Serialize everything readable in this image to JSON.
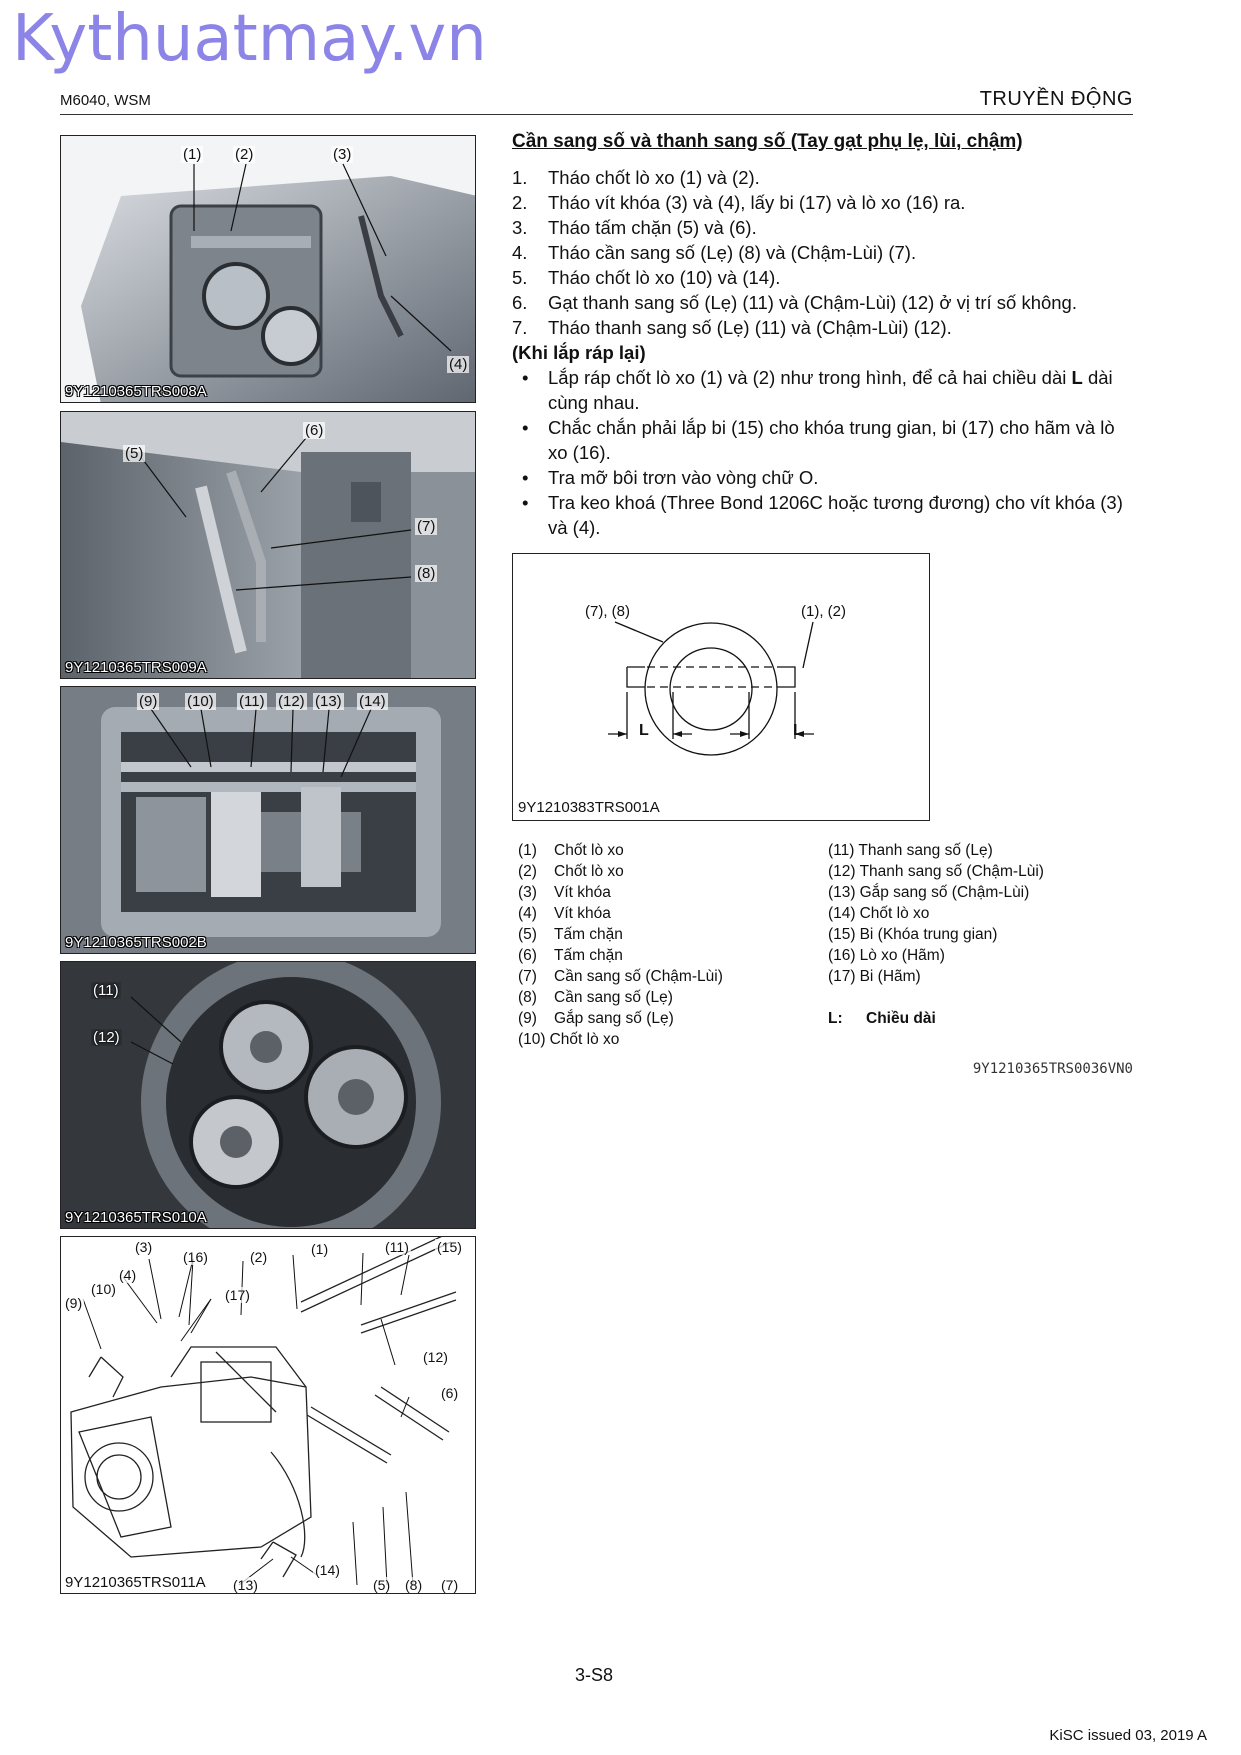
{
  "watermark": "Kythuatmay.vn",
  "header": {
    "left": "M6040, WSM",
    "right": "TRUYỀN ĐỘNG"
  },
  "section_title": "Cần sang số và thanh sang số (Tay gạt phụ lẹ, lùi, chậm)",
  "steps": [
    {
      "n": "1.",
      "text": "Tháo chốt lò xo (1) và (2)."
    },
    {
      "n": "2.",
      "text": "Tháo vít khóa (3) và (4), lấy bi (17) và lò xo (16) ra."
    },
    {
      "n": "3.",
      "text": "Tháo tấm chặn (5) và (6)."
    },
    {
      "n": "4.",
      "text": "Tháo cần sang số (Lẹ) (8) và (Chậm-Lùi) (7)."
    },
    {
      "n": "5.",
      "text": "Tháo chốt lò xo (10) và (14)."
    },
    {
      "n": "6.",
      "text": "Gạt thanh sang số (Lẹ) (11) và (Chậm-Lùi) (12) ở vị trí số không."
    },
    {
      "n": "7.",
      "text": "Tháo thanh sang số (Lẹ) (11) và (Chậm-Lùi) (12)."
    }
  ],
  "reassembly_heading": "(Khi lắp ráp lại)",
  "reassembly": [
    {
      "b": "•",
      "pre": "Lắp ráp chốt lò xo (1) và (2) như trong hình, để cả hai chiều dài ",
      "bold": "L",
      "post": " dài cùng nhau."
    },
    {
      "b": "•",
      "pre": "Chắc chắn phải lắp bi (15) cho khóa trung gian, bi (17) cho hãm và lò xo (16).",
      "bold": "",
      "post": ""
    },
    {
      "b": "•",
      "pre": "Tra mỡ bôi trơn vào vòng chữ O.",
      "bold": "",
      "post": ""
    },
    {
      "b": "•",
      "pre": "Tra keo khoá (Three Bond 1206C hoặc tương đương) cho vít khóa (3) và (4).",
      "bold": "",
      "post": ""
    }
  ],
  "photos": [
    {
      "code": "9Y1210365TRS008A",
      "callouts": [
        "(1)",
        "(2)",
        "(3)",
        "(4)"
      ]
    },
    {
      "code": "9Y1210365TRS009A",
      "callouts": [
        "(5)",
        "(6)",
        "(7)",
        "(8)"
      ]
    },
    {
      "code": "9Y1210365TRS002B",
      "callouts": [
        "(9)",
        "(10)",
        "(11)",
        "(12)",
        "(13)",
        "(14)"
      ]
    },
    {
      "code": "9Y1210365TRS010A",
      "callouts": [
        "(11)",
        "(12)"
      ]
    },
    {
      "code": "9Y1210365TRS011A",
      "callouts": [
        "(3)",
        "(16)",
        "(2)",
        "(1)",
        "(11)",
        "(15)",
        "(4)",
        "(10)",
        "(17)",
        "(9)",
        "(12)",
        "(6)",
        "(14)",
        "(13)",
        "(5)",
        "(8)",
        "(7)"
      ]
    }
  ],
  "diagram": {
    "code": "9Y1210383TRS001A",
    "label_left": "(7), (8)",
    "label_right": "(1), (2)",
    "dim_left": "L",
    "dim_right": "L"
  },
  "legend_left": [
    {
      "k": "(1)",
      "v": "Chốt lò xo"
    },
    {
      "k": "(2)",
      "v": "Chốt lò xo"
    },
    {
      "k": "(3)",
      "v": "Vít khóa"
    },
    {
      "k": "(4)",
      "v": "Vít khóa"
    },
    {
      "k": "(5)",
      "v": "Tấm chặn"
    },
    {
      "k": "(6)",
      "v": "Tấm chặn"
    },
    {
      "k": "(7)",
      "v": "Cần sang số (Chậm-Lùi)"
    },
    {
      "k": "(8)",
      "v": "Cần sang số (Lẹ)"
    },
    {
      "k": "(9)",
      "v": "Gắp sang số (Lẹ)"
    },
    {
      "k": "(10)",
      "v": "Chốt lò xo"
    }
  ],
  "legend_right": [
    {
      "k": "(11)",
      "v": "Thanh sang số (Lẹ)"
    },
    {
      "k": "(12)",
      "v": "Thanh sang số (Chậm-Lùi)"
    },
    {
      "k": "(13)",
      "v": "Gắp sang số (Chậm-Lùi)"
    },
    {
      "k": "(14)",
      "v": "Chốt lò xo"
    },
    {
      "k": "(15)",
      "v": "Bi (Khóa trung gian)"
    },
    {
      "k": "(16)",
      "v": "Lò xo (Hãm)"
    },
    {
      "k": "(17)",
      "v": "Bi (Hãm)"
    }
  ],
  "legend_L": {
    "k": "L:",
    "v": "Chiều dài"
  },
  "ref_code": "9Y1210365TRS0036VN0",
  "page_number": "3-S8",
  "issued": "KiSC issued 03, 2019 A"
}
